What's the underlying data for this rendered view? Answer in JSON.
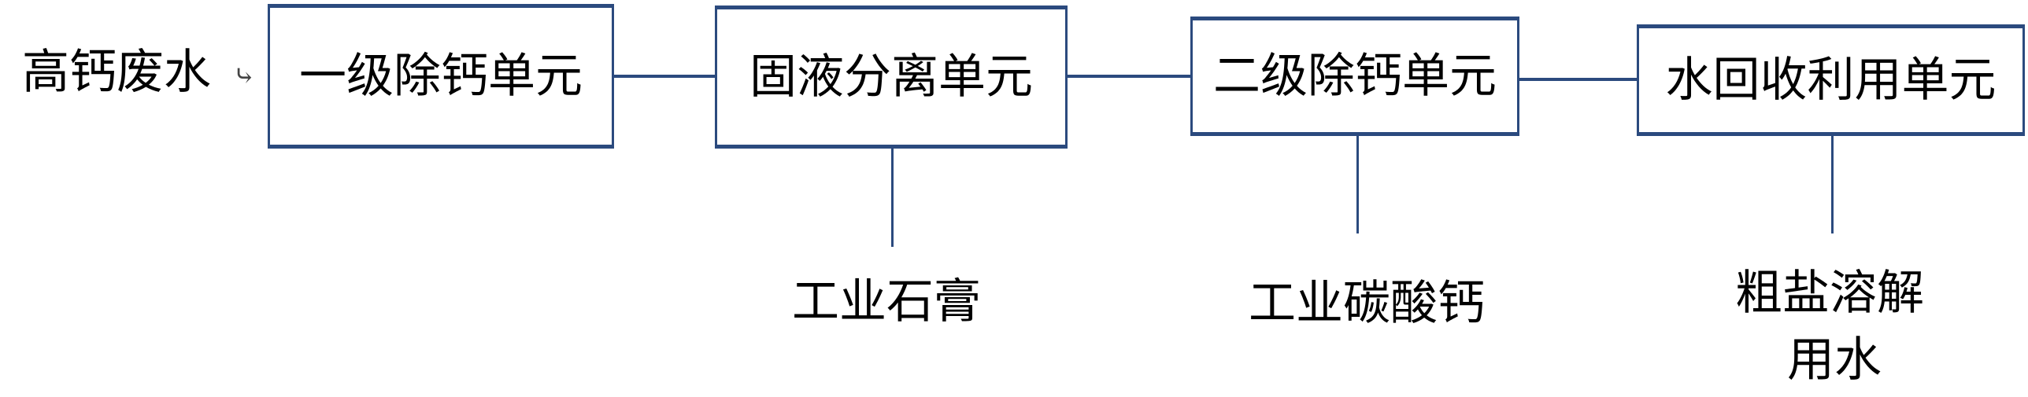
{
  "input_label": "高钙废水",
  "units": [
    {
      "label": "一级除钙单元"
    },
    {
      "label": "固液分离单元"
    },
    {
      "label": "二级除钙单元"
    },
    {
      "label": "水回收利用单元"
    }
  ],
  "outputs": [
    {
      "label": "工业石膏"
    },
    {
      "label": "工业碳酸钙"
    },
    {
      "label_line1": "粗盐溶解",
      "label_line2": "用水"
    }
  ],
  "colors": {
    "line": "#2b4a7e"
  }
}
